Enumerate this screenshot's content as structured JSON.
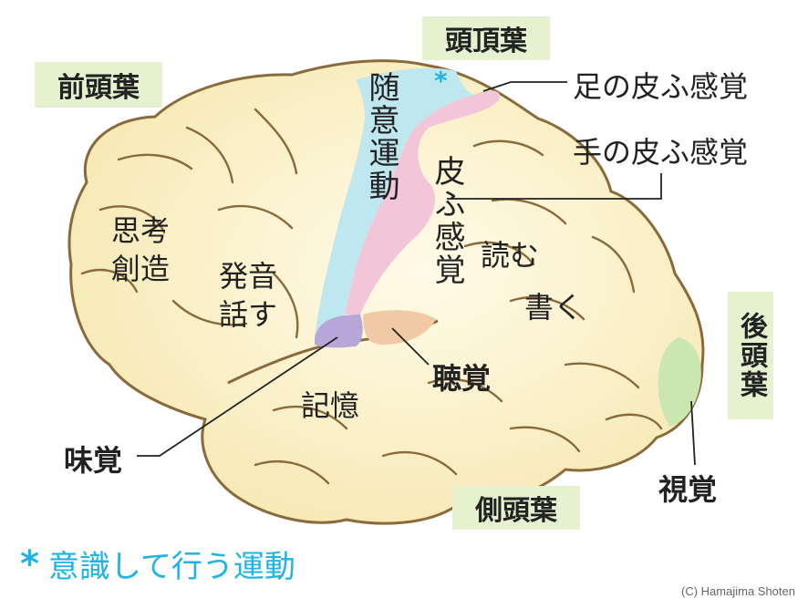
{
  "lobes": {
    "frontal": "前頭葉",
    "parietal": "頭頂葉",
    "occipital": "後頭葉",
    "temporal": "側頭葉"
  },
  "areas": {
    "voluntary_motor": "随意運動",
    "motor_asterisk": "*",
    "somatosensory": "皮ふ感覚",
    "thinking": "思考",
    "creation": "創造",
    "speech_1": "発音",
    "speech_2": "話す",
    "reading": "読む",
    "writing": "書く",
    "memory": "記憶"
  },
  "callouts": {
    "foot_skin": "足の皮ふ感覚",
    "hand_skin": "手の皮ふ感覚",
    "hearing": "聴覚",
    "taste": "味覚",
    "vision": "視覚"
  },
  "footnote": {
    "symbol": "*",
    "text": "意識して行う運動"
  },
  "copyright": "(C) Hamajima Shoten",
  "colors": {
    "brain_fill": "#fbf1c8",
    "brain_outline": "#8a6a3a",
    "motor_area": "#bfe7ef",
    "sensory_area": "#f2c6d8",
    "taste_area": "#b7a7d8",
    "hearing_area": "#f0c9a5",
    "vision_area": "#cbe7b0",
    "lobe_label_bg": "#e6f2cf",
    "accent_cyan": "#1fb3e6"
  }
}
